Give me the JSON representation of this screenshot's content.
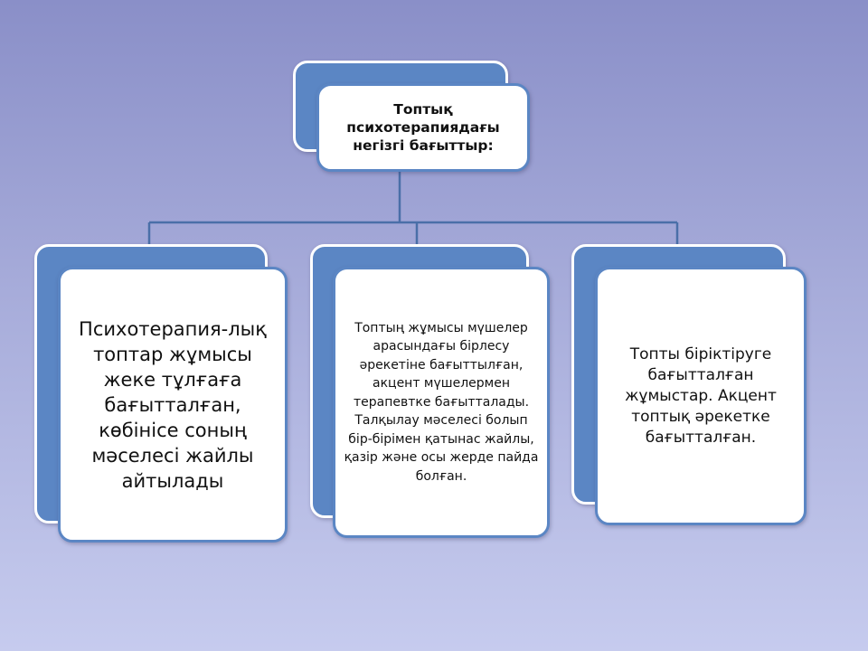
{
  "diagram": {
    "root": {
      "text": "Топтық психотерапиядағы негізгі бағыттыр:"
    },
    "children": [
      {
        "text": "Психотерапия-лық топтар жұмысы жеке тұлғаға бағытталған, көбінісе соның мәселесі жайлы айтылады"
      },
      {
        "text": "Топтың жұмысы мүшелер арасындағы бірлесу әрекетіне бағыттылған, акцент мүшелермен терапевтке бағытталады. Талқылау мәселесі болып бір-бірімен қатынас жайлы, қазір және осы жерде пайда болған."
      },
      {
        "text": "Топты біріктіруге бағытталған жұмыстар. Акцент топтық әрекетке бағытталған."
      }
    ]
  },
  "colors": {
    "accent": "#5b86c4",
    "connector": "#4a6fa8",
    "box_fill": "#ffffff"
  }
}
